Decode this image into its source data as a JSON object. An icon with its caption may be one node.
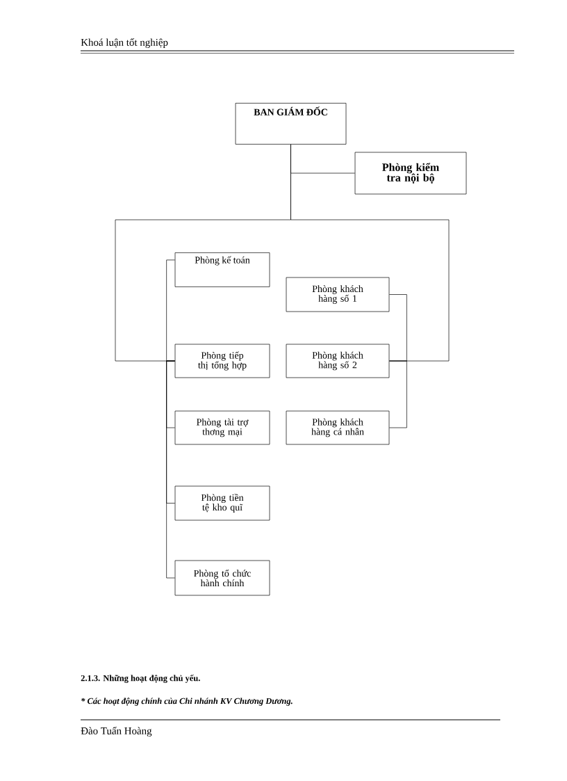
{
  "diagram": {
    "nodes": [
      {
        "text": [
          "BAN GIÁM ĐỐC"
        ]
      },
      {
        "text": [
          "Phòng kiểm tra nội bộ"
        ]
      },
      {
        "text": [
          "Phòng kế toán"
        ]
      },
      {
        "text": [
          "Phòng khách hàng số 1"
        ]
      },
      {
        "text": [
          "Phòng tiếp thị tổng hợp"
        ]
      },
      {
        "text": [
          "Phòng khách hàng số 2"
        ]
      },
      {
        "text": [
          "Phòng tài trợ thơng mại"
        ]
      },
      {
        "text": [
          "Phòng khách hàng cá nhân"
        ]
      },
      {
        "text": [
          "Phòng tiền tệ kho quĩ"
        ]
      },
      {
        "text": [
          "Phòng tổ chức hành chính"
        ]
      }
    ],
    "edges": [
      {
        "from": 0,
        "to": 1,
        "arrow": "none"
      },
      {
        "from": 0,
        "to": 4,
        "arrow": "none"
      },
      {
        "from": 0,
        "to": 5,
        "arrow": "none"
      },
      {
        "from": 4,
        "to": 2,
        "arrow": "none"
      },
      {
        "from": 4,
        "to": 6,
        "arrow": "none"
      },
      {
        "from": 4,
        "to": 8,
        "arrow": "none"
      },
      {
        "from": 4,
        "to": 9,
        "arrow": "none"
      },
      {
        "from": 5,
        "to": 3,
        "arrow": "none"
      },
      {
        "from": 5,
        "to": 7,
        "arrow": "none"
      }
    ],
    "labels": [
      "Khoá luận tốt nghiệp",
      "2.1.3. Những hoạt động chủ yếu.",
      "* Các hoạt động chính của Chi nhánh KV Chương Dương.",
      "Đào Tuấn Hoàng"
    ]
  }
}
